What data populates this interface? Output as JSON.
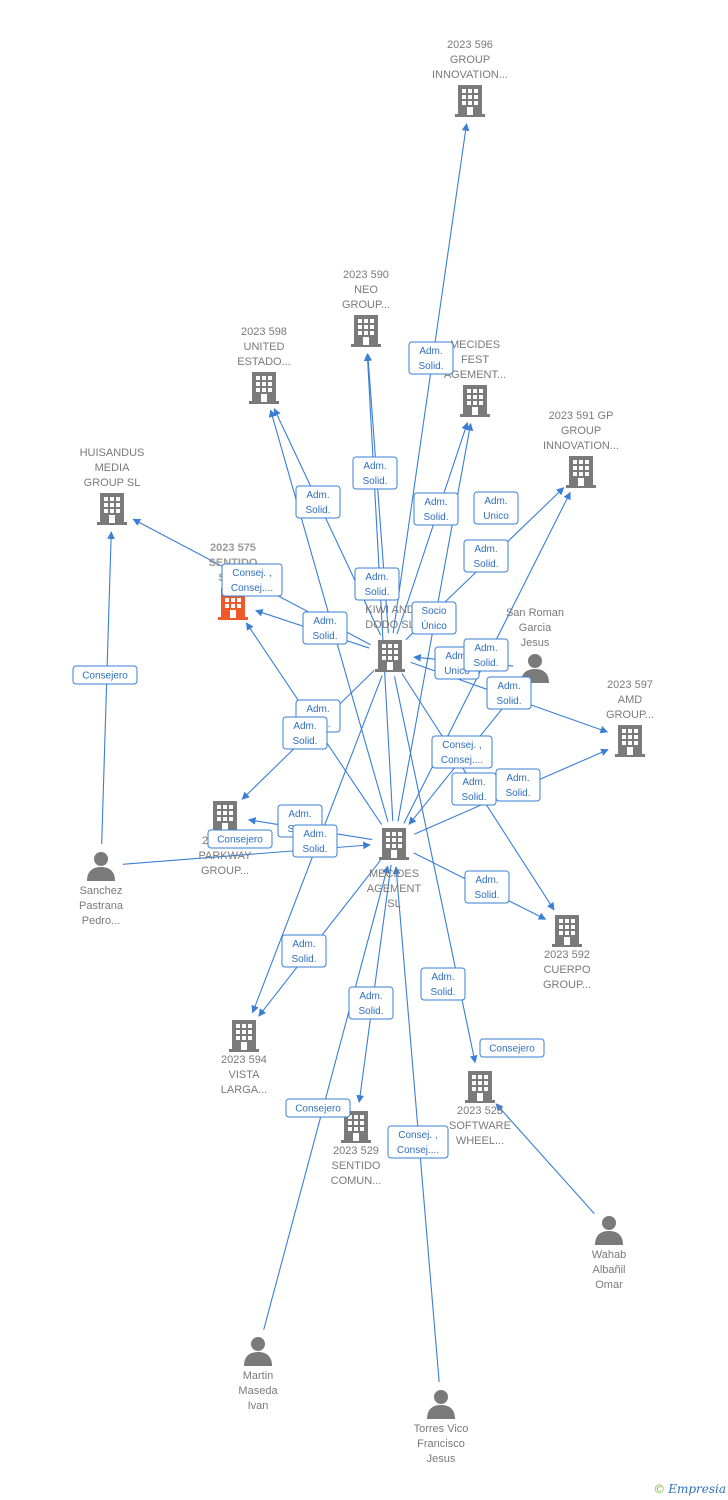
{
  "brand": {
    "copyright": "©",
    "name": "Empresia"
  },
  "nodes": [
    {
      "id": "n596",
      "type": "company",
      "lines": [
        "2023 596",
        "GROUP",
        "INNOVATION..."
      ]
    },
    {
      "id": "n590",
      "type": "company",
      "lines": [
        "2023 590",
        "NEO",
        "GROUP..."
      ]
    },
    {
      "id": "n598",
      "type": "company",
      "lines": [
        "2023 598",
        "UNITED",
        "ESTADO..."
      ]
    },
    {
      "id": "nmecfest",
      "type": "company",
      "lines": [
        "MECIDES",
        "FEST",
        "AGEMENT..."
      ]
    },
    {
      "id": "n591",
      "type": "company",
      "lines": [
        "2023 591 GP",
        "GROUP",
        "INNOVATION..."
      ]
    },
    {
      "id": "nhuis",
      "type": "company",
      "lines": [
        "HUISANDUS",
        "MEDIA",
        "GROUP  SL"
      ]
    },
    {
      "id": "n575",
      "type": "focus",
      "lines": [
        "2023 575",
        "SENTIDO",
        "SOFT"
      ]
    },
    {
      "id": "nkiwi",
      "type": "company",
      "lines": [
        "KIWI  AND",
        "DODO  SL"
      ]
    },
    {
      "id": "psanroman",
      "type": "person",
      "lines": [
        "San Roman",
        "Garcia",
        "Jesus"
      ]
    },
    {
      "id": "n597",
      "type": "company",
      "lines": [
        "2023 597",
        "AMD",
        "GROUP..."
      ]
    },
    {
      "id": "n595",
      "type": "company",
      "lines": [
        "2023 595",
        "PARKWAY",
        "GROUP..."
      ]
    },
    {
      "id": "nmecmgmt",
      "type": "company",
      "lines": [
        "MECIDES",
        "AGEMENT",
        "SL"
      ]
    },
    {
      "id": "psanchez",
      "type": "person",
      "lines": [
        "Sanchez",
        "Pastrana",
        "Pedro..."
      ]
    },
    {
      "id": "n592",
      "type": "company",
      "lines": [
        "2023 592",
        "CUERPO",
        "GROUP..."
      ]
    },
    {
      "id": "n594",
      "type": "company",
      "lines": [
        "2023 594",
        "VISTA",
        "LARGA..."
      ]
    },
    {
      "id": "n523",
      "type": "company",
      "lines": [
        "2023 523",
        "SOFTWARE",
        "WHEEL..."
      ]
    },
    {
      "id": "n529",
      "type": "company",
      "lines": [
        "2023 529",
        "SENTIDO",
        "COMUN..."
      ]
    },
    {
      "id": "pwahab",
      "type": "person",
      "lines": [
        "Wahab",
        "Albañil",
        "Omar"
      ]
    },
    {
      "id": "pmartin",
      "type": "person",
      "lines": [
        "Martin",
        "Maseda",
        "Ivan"
      ]
    },
    {
      "id": "ptorres",
      "type": "person",
      "lines": [
        "Torres Vico",
        "Francisco",
        "Jesus"
      ]
    }
  ],
  "edges": [
    {
      "from": "nkiwi",
      "to": "n596",
      "label": [
        "Adm.",
        "Solid."
      ]
    },
    {
      "from": "nkiwi",
      "to": "n590",
      "label": [
        "Adm.",
        "Solid."
      ]
    },
    {
      "from": "nmecmgmt",
      "to": "n590",
      "label": [
        "Adm.",
        "Solid."
      ]
    },
    {
      "from": "nkiwi",
      "to": "n598",
      "label": [
        "Adm.",
        "Solid."
      ]
    },
    {
      "from": "nmecmgmt",
      "to": "n598",
      "label": [
        "Adm.",
        "Solid."
      ]
    },
    {
      "from": "nkiwi",
      "to": "nmecfest",
      "label": [
        "Adm.",
        "Solid."
      ]
    },
    {
      "from": "nmecmgmt",
      "to": "nmecfest",
      "label": [
        "Adm.",
        "Unico"
      ]
    },
    {
      "from": "nkiwi",
      "to": "n591",
      "label": [
        "Adm.",
        "Solid."
      ]
    },
    {
      "from": "nmecmgmt",
      "to": "n591",
      "label": [
        "Socio",
        "Único"
      ]
    },
    {
      "from": "psanchez",
      "to": "nhuis",
      "label": [
        "Consejero"
      ]
    },
    {
      "from": "nkiwi",
      "to": "nhuis",
      "label": [
        "Consej. ,",
        "Consej...."
      ]
    },
    {
      "from": "nkiwi",
      "to": "n575",
      "label": [
        "Adm.",
        "Solid."
      ]
    },
    {
      "from": "nmecmgmt",
      "to": "n575",
      "label": [
        "Adm.",
        "Solid."
      ]
    },
    {
      "from": "psanroman",
      "to": "nkiwi",
      "label": [
        "Adm.",
        "Unico"
      ]
    },
    {
      "from": "psanroman",
      "to": "nmecmgmt",
      "label": [
        "Adm.",
        "Solid."
      ]
    },
    {
      "from": "nkiwi",
      "to": "n597",
      "label": [
        "Adm.",
        "Solid."
      ]
    },
    {
      "from": "nmecmgmt",
      "to": "n597",
      "label": [
        "Adm.",
        "Solid."
      ]
    },
    {
      "from": "nkiwi",
      "to": "n595",
      "label": [
        "Adm.",
        "Solid."
      ]
    },
    {
      "from": "nmecmgmt",
      "to": "n595",
      "label": [
        "Adm.",
        "Solid."
      ]
    },
    {
      "from": "psanchez",
      "to": "nmecmgmt",
      "label": [
        "Consejero"
      ]
    },
    {
      "from": "nkiwi",
      "to": "n592",
      "label": [
        "Consej. ,",
        "Consej...."
      ]
    },
    {
      "from": "nmecmgmt",
      "to": "n592",
      "label": [
        "Adm.",
        "Solid."
      ]
    },
    {
      "from": "nkiwi",
      "to": "n594",
      "label": [
        "Adm.",
        "Solid."
      ]
    },
    {
      "from": "nmecmgmt",
      "to": "n594",
      "label": [
        "Adm.",
        "Solid."
      ]
    },
    {
      "from": "nkiwi",
      "to": "n523",
      "label": [
        "Adm.",
        "Solid."
      ]
    },
    {
      "from": "pwahab",
      "to": "n523",
      "label": [
        "Consejero"
      ]
    },
    {
      "from": "nmecmgmt",
      "to": "n529",
      "label": [
        "Adm.",
        "Solid."
      ]
    },
    {
      "from": "pmartin",
      "to": "nmecmgmt",
      "label": [
        "Consejero"
      ]
    },
    {
      "from": "ptorres",
      "to": "nmecmgmt",
      "label": [
        "Consej. ,",
        "Consej...."
      ]
    }
  ]
}
